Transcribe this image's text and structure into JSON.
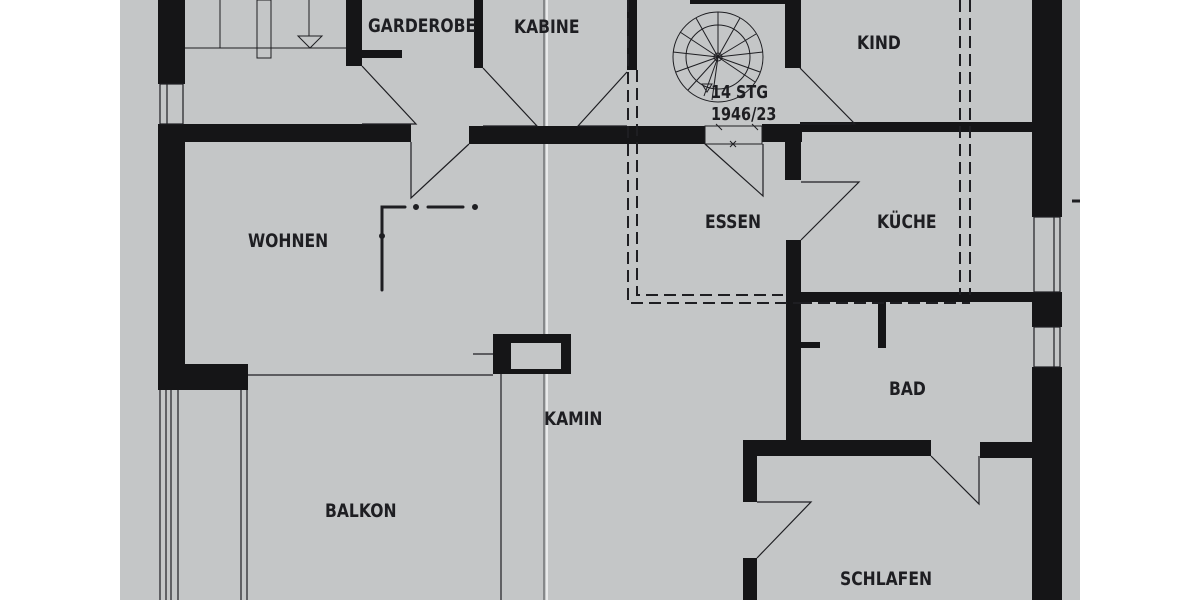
{
  "plan": {
    "type": "floor-plan",
    "colors": {
      "paper": "#c4c6c7",
      "wall": "#151517",
      "line": "#1e1e22",
      "margin": "#ffffff"
    },
    "rooms": [
      {
        "id": "garderobe",
        "label": "GARDEROBE"
      },
      {
        "id": "kabine",
        "label": "KABINE"
      },
      {
        "id": "kind",
        "label": "KIND"
      },
      {
        "id": "wohnen",
        "label": "WOHNEN"
      },
      {
        "id": "essen",
        "label": "ESSEN"
      },
      {
        "id": "kueche",
        "label": "KÜCHE"
      },
      {
        "id": "bad",
        "label": "BAD"
      },
      {
        "id": "kamin",
        "label": "KAMIN"
      },
      {
        "id": "balkon",
        "label": "BALKON"
      },
      {
        "id": "schlafen",
        "label": "SCHLAFEN"
      }
    ],
    "stair": {
      "steps_label": "14 STG",
      "dimension_label": "1946/23"
    }
  }
}
